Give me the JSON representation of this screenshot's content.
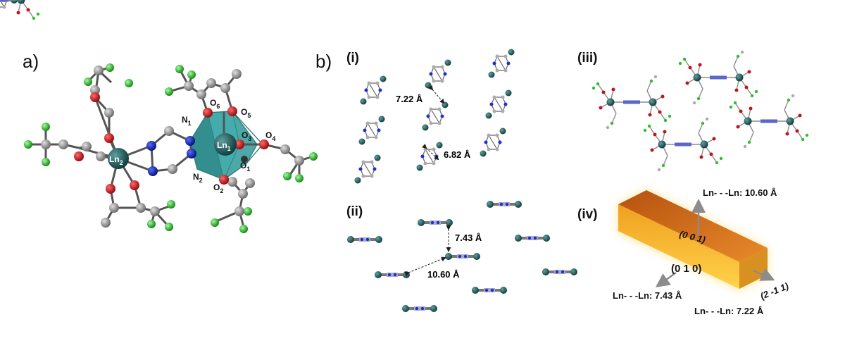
{
  "panels": {
    "a": "a)",
    "b": "b)",
    "i": "(i)",
    "ii": "(ii)",
    "iii": "(iii)",
    "iv": "(iv)"
  },
  "atoms": {
    "ln1": "Ln1",
    "ln2": "Ln2",
    "n1": "N1",
    "n2": "N2",
    "o1": "O1",
    "o2": "O2",
    "o3": "O3",
    "o4": "O4",
    "o5": "O5",
    "o6": "O6"
  },
  "distances": {
    "i_top": "7.22 Å",
    "i_bottom": "6.82 Å",
    "ii_vertical": "7.43 Å",
    "ii_diagonal": "10.60 Å"
  },
  "crystal": {
    "face_001": "(0 0 1)",
    "face_010": "(0 1 0)",
    "face_2m11": "(2 -1 1)",
    "ln_ln_top": "Ln- - -Ln: 10.60 Å",
    "ln_ln_left": "Ln- - -Ln: 7.43 Å",
    "ln_ln_right": "Ln- - -Ln:  7.22 Å"
  },
  "colors": {
    "ln": "#1f5c5c",
    "polyhedron": "#2e9a9a",
    "oxygen": "#c0141a",
    "nitrogen": "#0b1ea8",
    "carbon": "#8a8a8a",
    "fluorine": "#2bc02b",
    "crystal_top": "#d9741a",
    "crystal_front": "#f5a91a"
  }
}
